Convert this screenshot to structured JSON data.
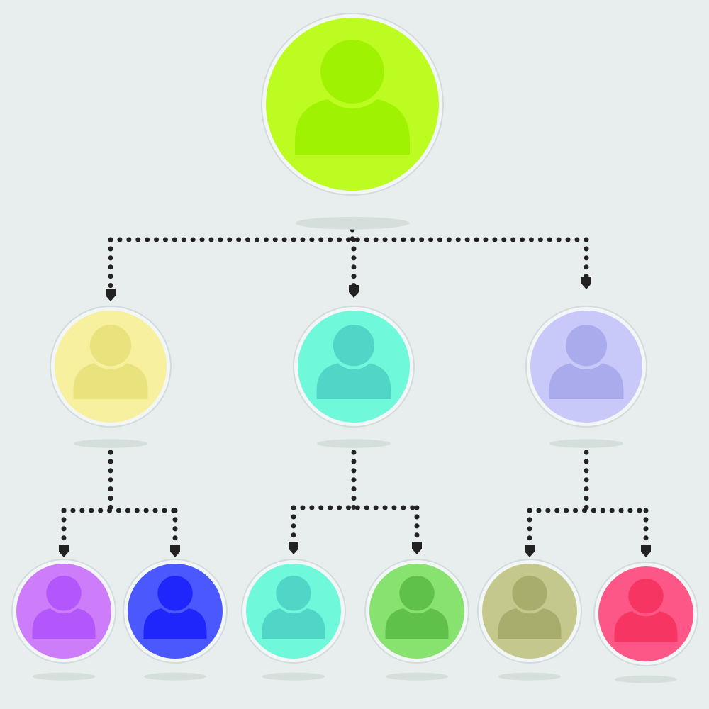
{
  "background_color": "#e8eeee",
  "connector_color": "#222222",
  "connector_style": "dotted",
  "nodes": [
    {
      "id": "root",
      "icon": "user-icon",
      "fill": "#bdfc21",
      "figure": "#9ff201"
    },
    {
      "id": "level2-1",
      "icon": "user-icon",
      "fill": "#f6f09f",
      "figure": "#e9e27d"
    },
    {
      "id": "level2-2",
      "icon": "user-icon",
      "fill": "#70f8db",
      "figure": "#50d5c7"
    },
    {
      "id": "level2-3",
      "icon": "user-icon",
      "fill": "#c8c9f9",
      "figure": "#a9abed"
    },
    {
      "id": "leaf-1",
      "icon": "user-icon",
      "fill": "#cd7df9",
      "figure": "#b356fb"
    },
    {
      "id": "leaf-2",
      "icon": "user-icon",
      "fill": "#4b58fd",
      "figure": "#1e26fb"
    },
    {
      "id": "leaf-3",
      "icon": "user-icon",
      "fill": "#70f8db",
      "figure": "#50d5c7"
    },
    {
      "id": "leaf-4",
      "icon": "user-icon",
      "fill": "#88e26f",
      "figure": "#5fc04a"
    },
    {
      "id": "leaf-5",
      "icon": "user-icon",
      "fill": "#c5c88d",
      "figure": "#a8ad6b"
    },
    {
      "id": "leaf-6",
      "icon": "user-icon",
      "fill": "#fd5787",
      "figure": "#f63563"
    }
  ],
  "edges": [
    [
      "root",
      "level2-1"
    ],
    [
      "root",
      "level2-2"
    ],
    [
      "root",
      "level2-3"
    ],
    [
      "level2-1",
      "leaf-1"
    ],
    [
      "level2-1",
      "leaf-2"
    ],
    [
      "level2-2",
      "leaf-3"
    ],
    [
      "level2-2",
      "leaf-4"
    ],
    [
      "level2-3",
      "leaf-5"
    ],
    [
      "level2-3",
      "leaf-6"
    ]
  ]
}
